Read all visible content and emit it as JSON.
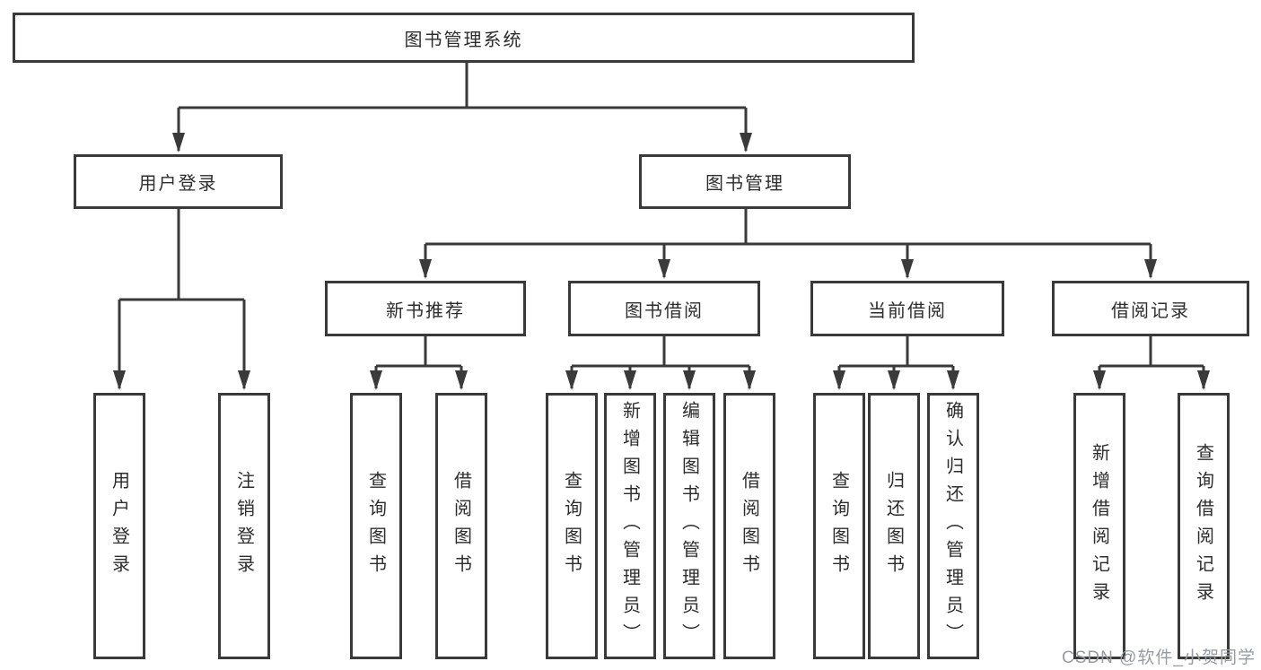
{
  "diagram": {
    "type": "tree",
    "title": "图书管理系统",
    "line_color": "#3a3a3a",
    "children": [
      {
        "label": "用户登录",
        "children": [
          {
            "label": "用户登录"
          },
          {
            "label": "注销登录"
          }
        ]
      },
      {
        "label": "图书管理",
        "children": [
          {
            "label": "新书推荐",
            "children": [
              {
                "label": "查询图书"
              },
              {
                "label": "借阅图书"
              }
            ]
          },
          {
            "label": "图书借阅",
            "children": [
              {
                "label": "查询图书"
              },
              {
                "label": "新增图书（管理员）"
              },
              {
                "label": "编辑图书（管理员）"
              },
              {
                "label": "借阅图书"
              }
            ]
          },
          {
            "label": "当前借阅",
            "children": [
              {
                "label": "查询图书"
              },
              {
                "label": "归还图书"
              },
              {
                "label": "确认归还（管理员）"
              }
            ]
          },
          {
            "label": "借阅记录",
            "children": [
              {
                "label": "新增借阅记录"
              },
              {
                "label": "查询借阅记录"
              }
            ]
          }
        ]
      }
    ]
  },
  "watermark": {
    "text": "CSDN @软件_小贺同学"
  }
}
